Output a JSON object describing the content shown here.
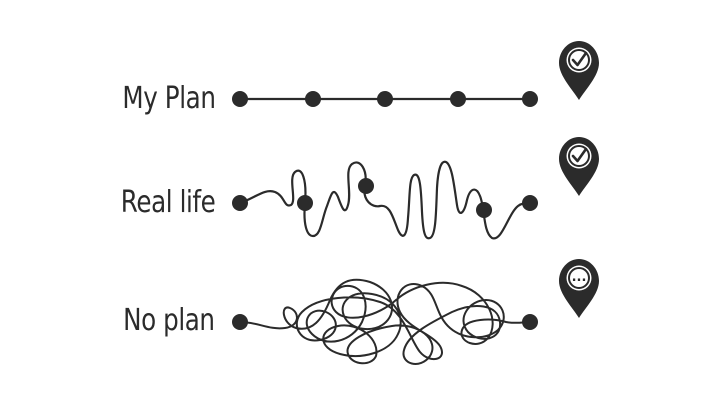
{
  "rows": [
    {
      "label": "My Plan",
      "pin_icon": "checkmark-icon"
    },
    {
      "label": "Real life",
      "pin_icon": "checkmark-icon"
    },
    {
      "label": "No plan",
      "pin_icon": "ellipsis-icon"
    }
  ],
  "pin_text": {
    "dots": "..."
  },
  "colors": {
    "ink": "#2b2b2b",
    "background": "#ffffff"
  }
}
